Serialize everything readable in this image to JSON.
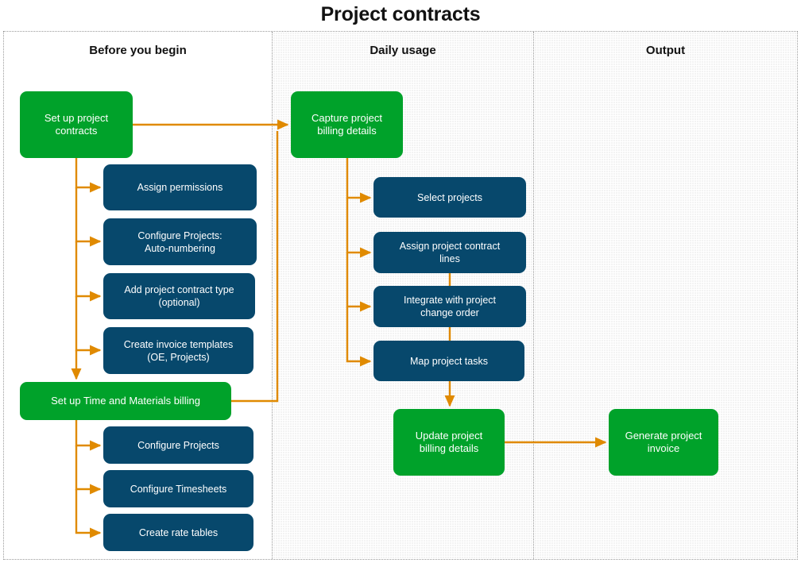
{
  "title": "Project contracts",
  "colors": {
    "green": "#00a22a",
    "blue": "#07486c",
    "arrow": "#e08a00",
    "lane_bg": "#f3f3f3",
    "border": "#9b9b9b"
  },
  "lanes": [
    {
      "id": "before",
      "header": "Before you begin"
    },
    {
      "id": "daily",
      "header": "Daily usage"
    },
    {
      "id": "output",
      "header": "Output"
    }
  ],
  "nodes": {
    "setup_contracts": {
      "label": "Set up project\ncontracts",
      "type": "green",
      "lane": "before"
    },
    "assign_permissions": {
      "label": "Assign permissions",
      "type": "blue",
      "lane": "before"
    },
    "configure_autonumbering": {
      "label": "Configure Projects:\nAuto-numbering",
      "type": "blue",
      "lane": "before"
    },
    "add_contract_type": {
      "label": "Add project contract type\n(optional)",
      "type": "blue",
      "lane": "before"
    },
    "create_invoice_templates": {
      "label": "Create invoice templates\n(OE, Projects)",
      "type": "blue",
      "lane": "before"
    },
    "setup_tm_billing": {
      "label": "Set up Time and Materials billing",
      "type": "green",
      "lane": "before"
    },
    "configure_projects": {
      "label": "Configure Projects",
      "type": "blue",
      "lane": "before"
    },
    "configure_timesheets": {
      "label": "Configure Timesheets",
      "type": "blue",
      "lane": "before"
    },
    "create_rate_tables": {
      "label": "Create rate tables",
      "type": "blue",
      "lane": "before"
    },
    "capture_billing_details": {
      "label": "Capture project\nbilling details",
      "type": "green",
      "lane": "daily"
    },
    "select_projects": {
      "label": "Select projects",
      "type": "blue",
      "lane": "daily"
    },
    "assign_contract_lines": {
      "label": "Assign project contract\nlines",
      "type": "blue",
      "lane": "daily"
    },
    "integrate_change_order": {
      "label": "Integrate with project\nchange order",
      "type": "blue",
      "lane": "daily"
    },
    "map_project_tasks": {
      "label": "Map project tasks",
      "type": "blue",
      "lane": "daily"
    },
    "update_billing_details": {
      "label": "Update project\nbilling details",
      "type": "green",
      "lane": "daily"
    },
    "generate_invoice": {
      "label": "Generate project\ninvoice",
      "type": "green",
      "lane": "output"
    }
  },
  "edges": [
    {
      "from": "setup_contracts",
      "to": "capture_billing_details"
    },
    {
      "from": "setup_contracts",
      "to": "assign_permissions"
    },
    {
      "from": "setup_contracts",
      "to": "configure_autonumbering"
    },
    {
      "from": "setup_contracts",
      "to": "add_contract_type"
    },
    {
      "from": "setup_contracts",
      "to": "create_invoice_templates"
    },
    {
      "from": "setup_contracts",
      "to": "setup_tm_billing"
    },
    {
      "from": "setup_tm_billing",
      "to": "capture_billing_details"
    },
    {
      "from": "setup_tm_billing",
      "to": "configure_projects"
    },
    {
      "from": "setup_tm_billing",
      "to": "configure_timesheets"
    },
    {
      "from": "setup_tm_billing",
      "to": "create_rate_tables"
    },
    {
      "from": "capture_billing_details",
      "to": "select_projects"
    },
    {
      "from": "capture_billing_details",
      "to": "assign_contract_lines"
    },
    {
      "from": "capture_billing_details",
      "to": "integrate_change_order"
    },
    {
      "from": "capture_billing_details",
      "to": "map_project_tasks"
    },
    {
      "from": "assign_contract_lines",
      "to": "integrate_change_order"
    },
    {
      "from": "integrate_change_order",
      "to": "map_project_tasks"
    },
    {
      "from": "map_project_tasks",
      "to": "update_billing_details"
    },
    {
      "from": "update_billing_details",
      "to": "generate_invoice"
    }
  ]
}
